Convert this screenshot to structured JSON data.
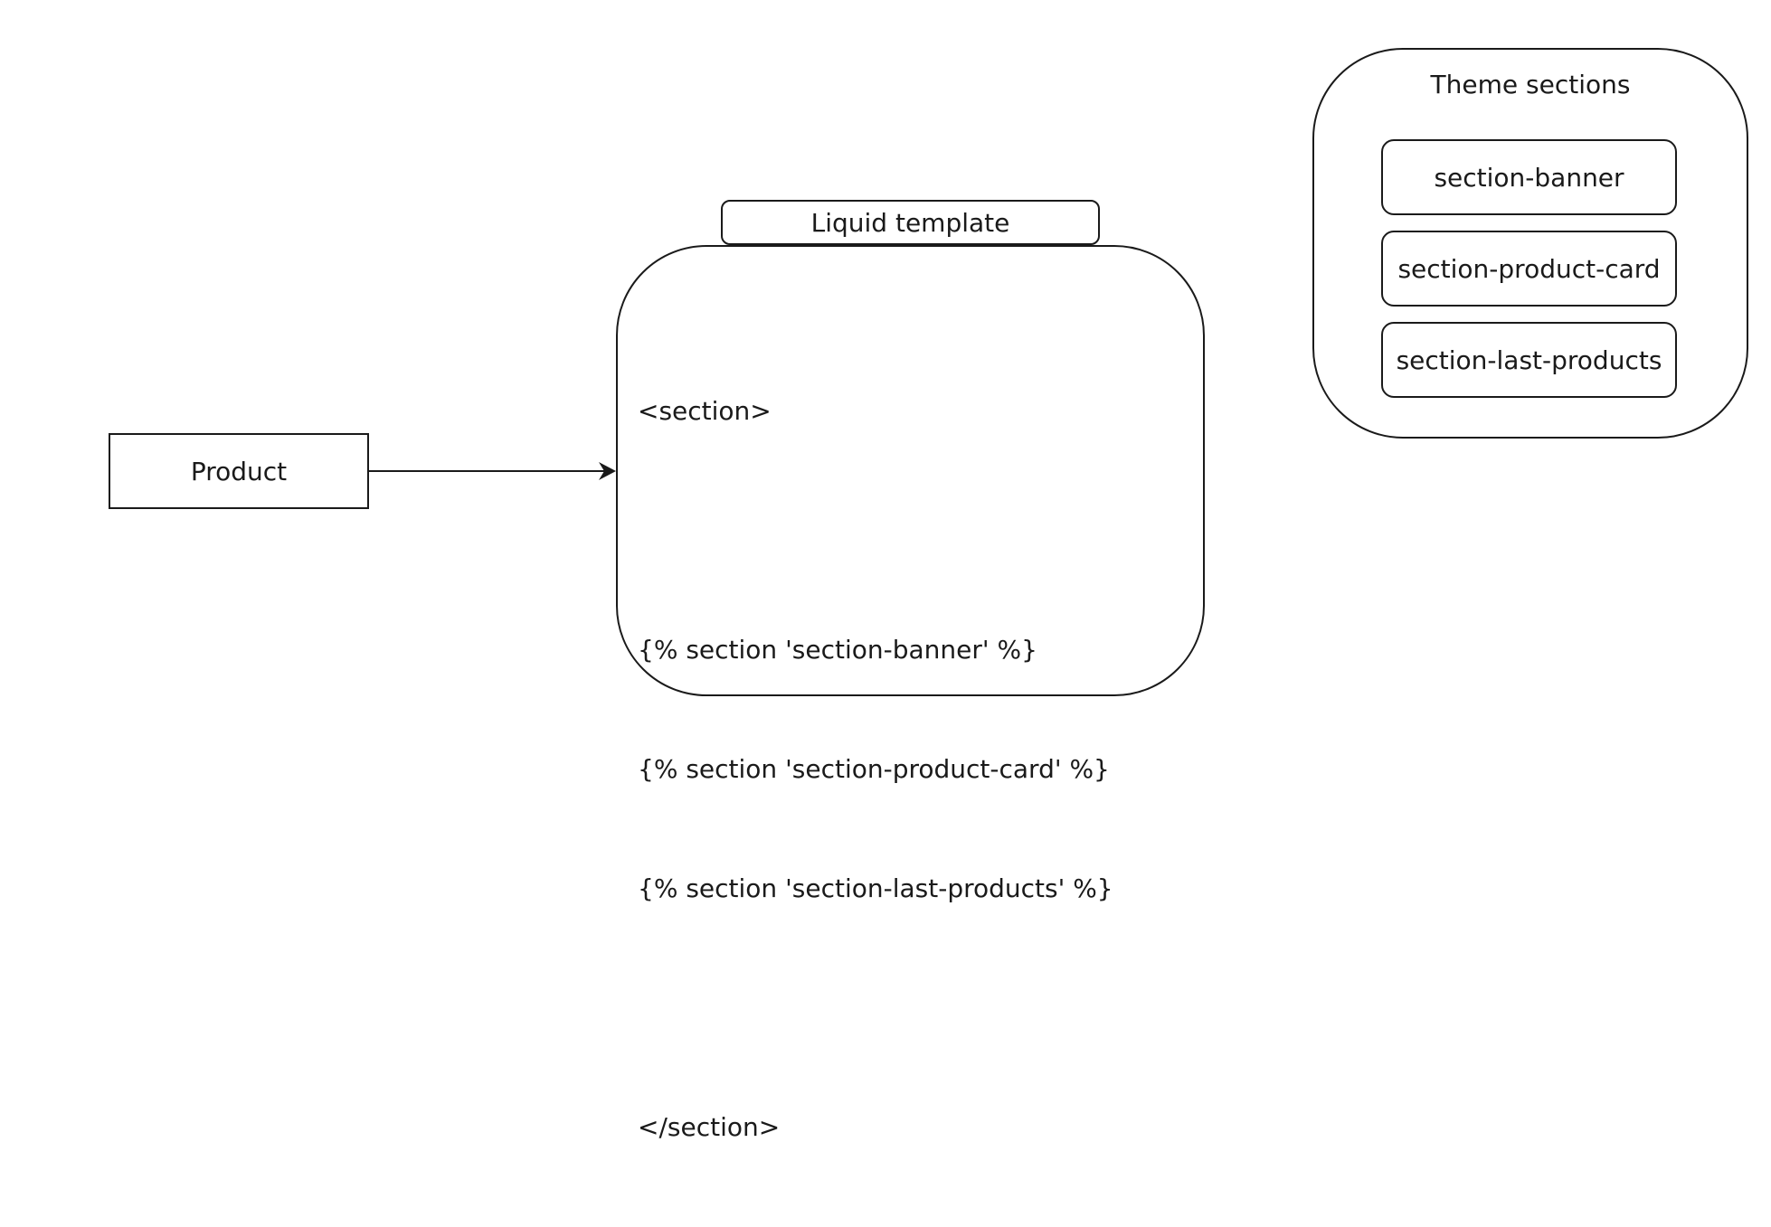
{
  "diagram": {
    "product_label": "Product",
    "template": {
      "title": "Liquid template",
      "code_lines": [
        "<section>",
        "",
        "{% section 'section-banner' %}",
        "{% section 'section-product-card' %}",
        "{% section 'section-last-products' %}",
        "",
        "</section>"
      ]
    },
    "theme_sections": {
      "title": "Theme sections",
      "items": [
        "section-banner",
        "section-product-card",
        "section-last-products"
      ]
    },
    "colors": {
      "stroke": "#1a1a1a",
      "background": "#ffffff"
    }
  }
}
